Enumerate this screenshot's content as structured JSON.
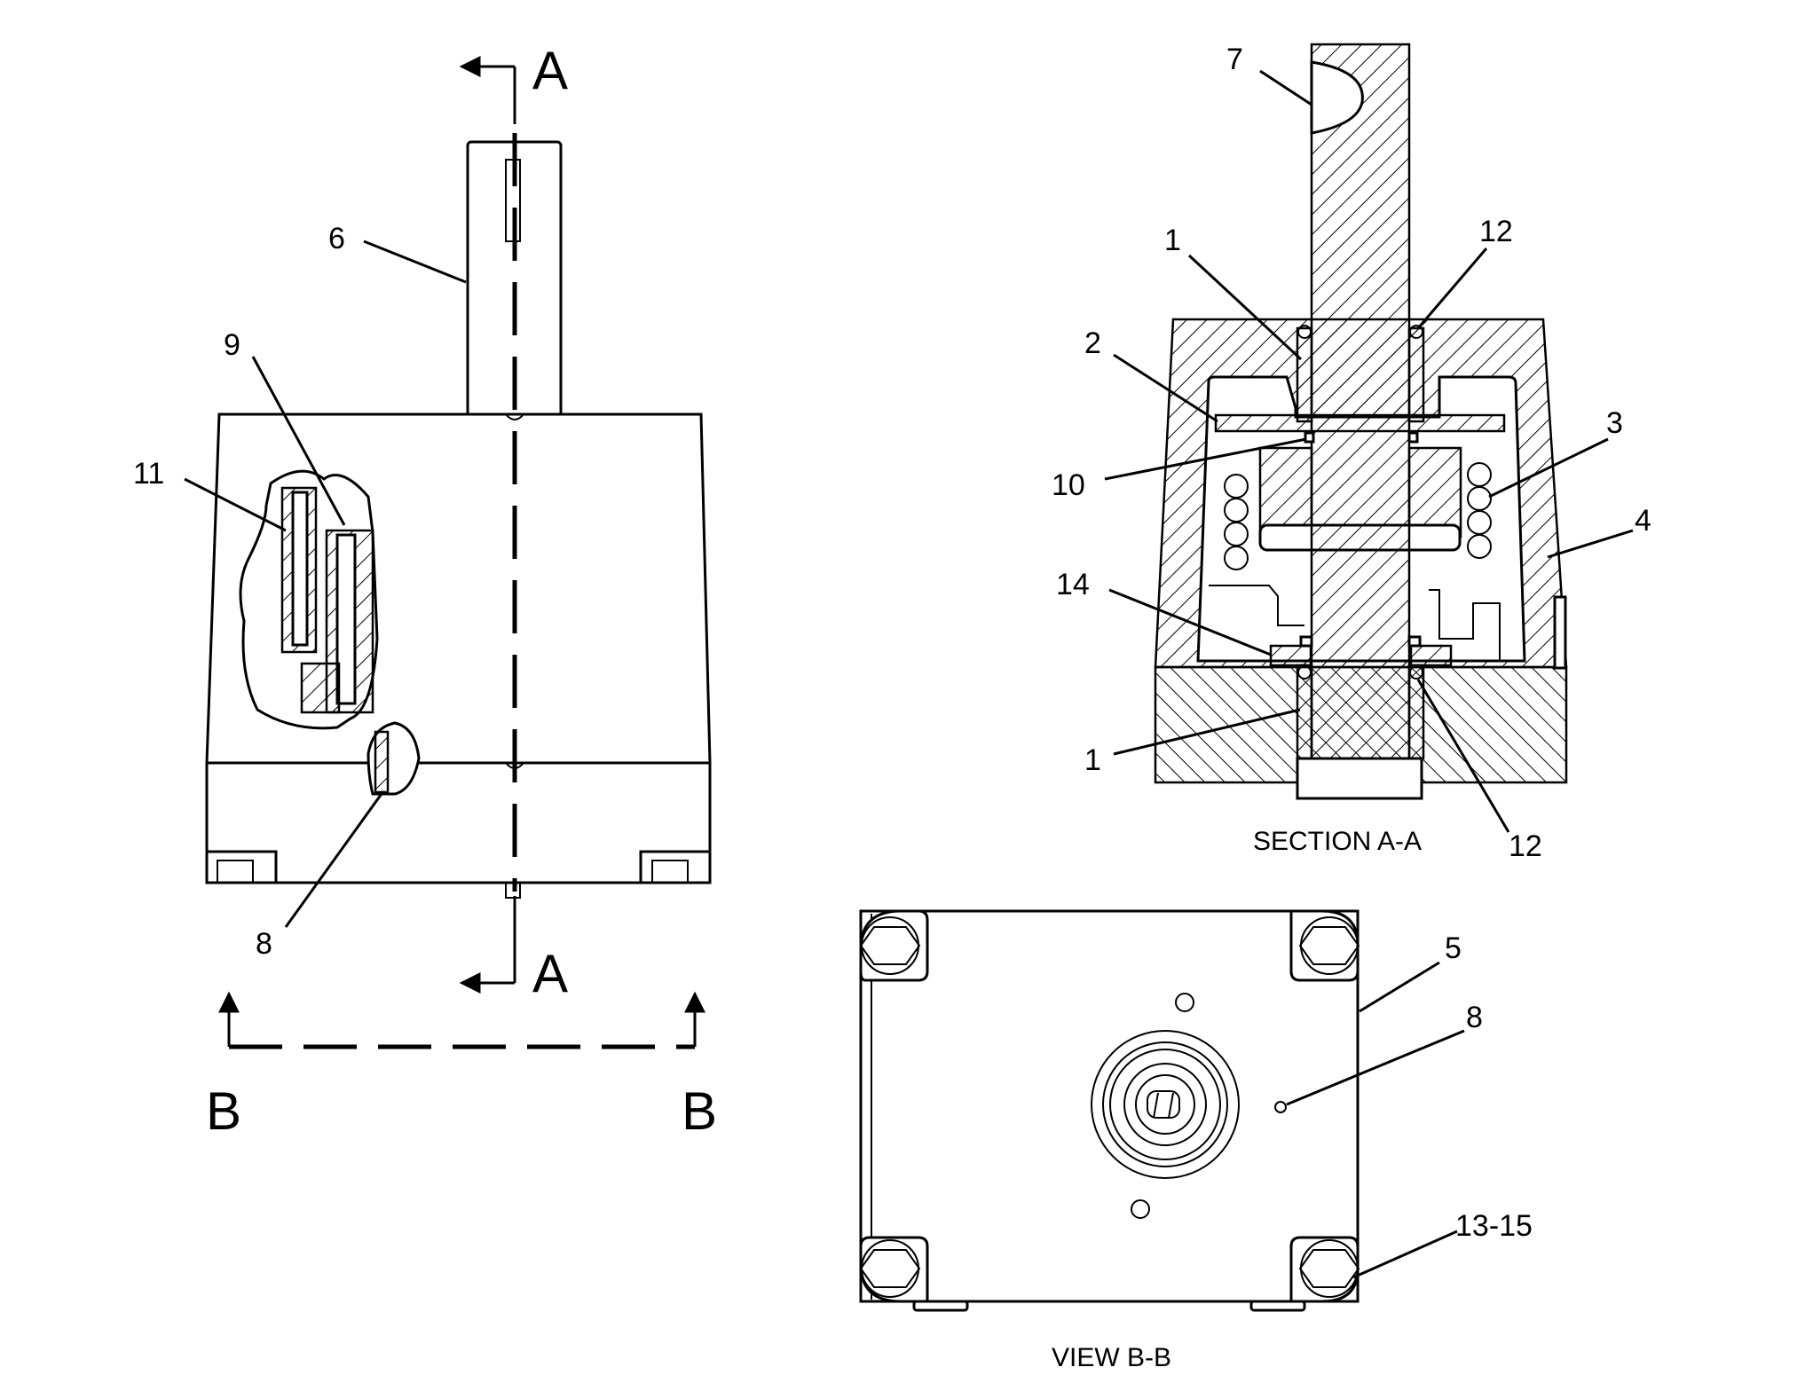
{
  "section_markers": {
    "a_top": "A",
    "a_bottom": "A",
    "b_left": "B",
    "b_right": "B"
  },
  "callouts": {
    "c1_top": "1",
    "c1_bottom": "1",
    "c2": "2",
    "c3": "3",
    "c4": "4",
    "c5": "5",
    "c6": "6",
    "c7": "7",
    "c8_left": "8",
    "c8_view": "8",
    "c9": "9",
    "c10": "10",
    "c11": "11",
    "c12_top": "12",
    "c12_bottom": "12",
    "c13_15": "13-15",
    "c14": "14"
  },
  "captions": {
    "section": "SECTION A-A",
    "view": "VIEW B-B"
  }
}
